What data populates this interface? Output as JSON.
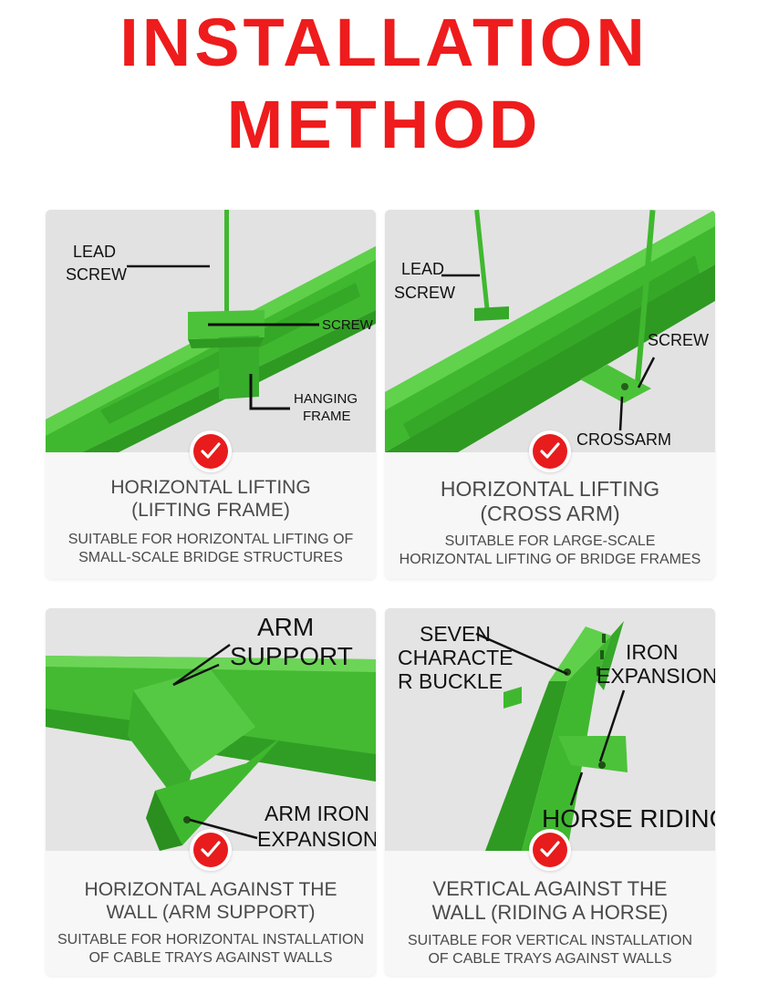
{
  "title": {
    "line1": "INSTALLATION",
    "line2": "METHOD"
  },
  "colors": {
    "title": "#ee1c1c",
    "tray_green": "#3fb82f",
    "check_red": "#e81c1c"
  },
  "check_icon": "check-mark-icon",
  "cards": [
    {
      "heading1": "HORIZONTAL LIFTING",
      "heading2": "(LIFTING FRAME)",
      "sub1": "SUITABLE FOR HORIZONTAL LIFTING OF",
      "sub2": "SMALL-SCALE BRIDGE STRUCTURES",
      "labels": {
        "lead1": "LEAD",
        "lead2": "SCREW",
        "screw": "SCREW",
        "hanging1": "HANGING",
        "hanging2": "FRAME"
      }
    },
    {
      "heading1": "HORIZONTAL LIFTING",
      "heading2": "(CROSS ARM)",
      "sub1": "SUITABLE FOR LARGE-SCALE",
      "sub2": "HORIZONTAL LIFTING OF BRIDGE FRAMES",
      "labels": {
        "lead1": "LEAD",
        "lead2": "SCREW",
        "screw": "SCREW",
        "crossarm": "CROSSARM"
      }
    },
    {
      "heading1": "HORIZONTAL AGAINST THE",
      "heading2": "WALL (ARM SUPPORT)",
      "sub1": "SUITABLE FOR HORIZONTAL INSTALLATION",
      "sub2": "OF CABLE TRAYS AGAINST WALLS",
      "labels": {
        "arm1": "ARM",
        "arm2": "SUPPORT",
        "iron1": "ARM IRON",
        "iron2": "EXPANSION"
      }
    },
    {
      "heading1": "VERTICAL AGAINST THE",
      "heading2": "WALL (RIDING A HORSE)",
      "sub1": "SUITABLE FOR VERTICAL INSTALLATION",
      "sub2": "OF CABLE TRAYS AGAINST WALLS",
      "labels": {
        "seven1": "SEVEN",
        "seven2": "CHARACTE",
        "seven3": "R BUCKLE",
        "iron1": "IRON",
        "iron2": "EXPANSION",
        "horse": "HORSE RIDING"
      }
    }
  ]
}
